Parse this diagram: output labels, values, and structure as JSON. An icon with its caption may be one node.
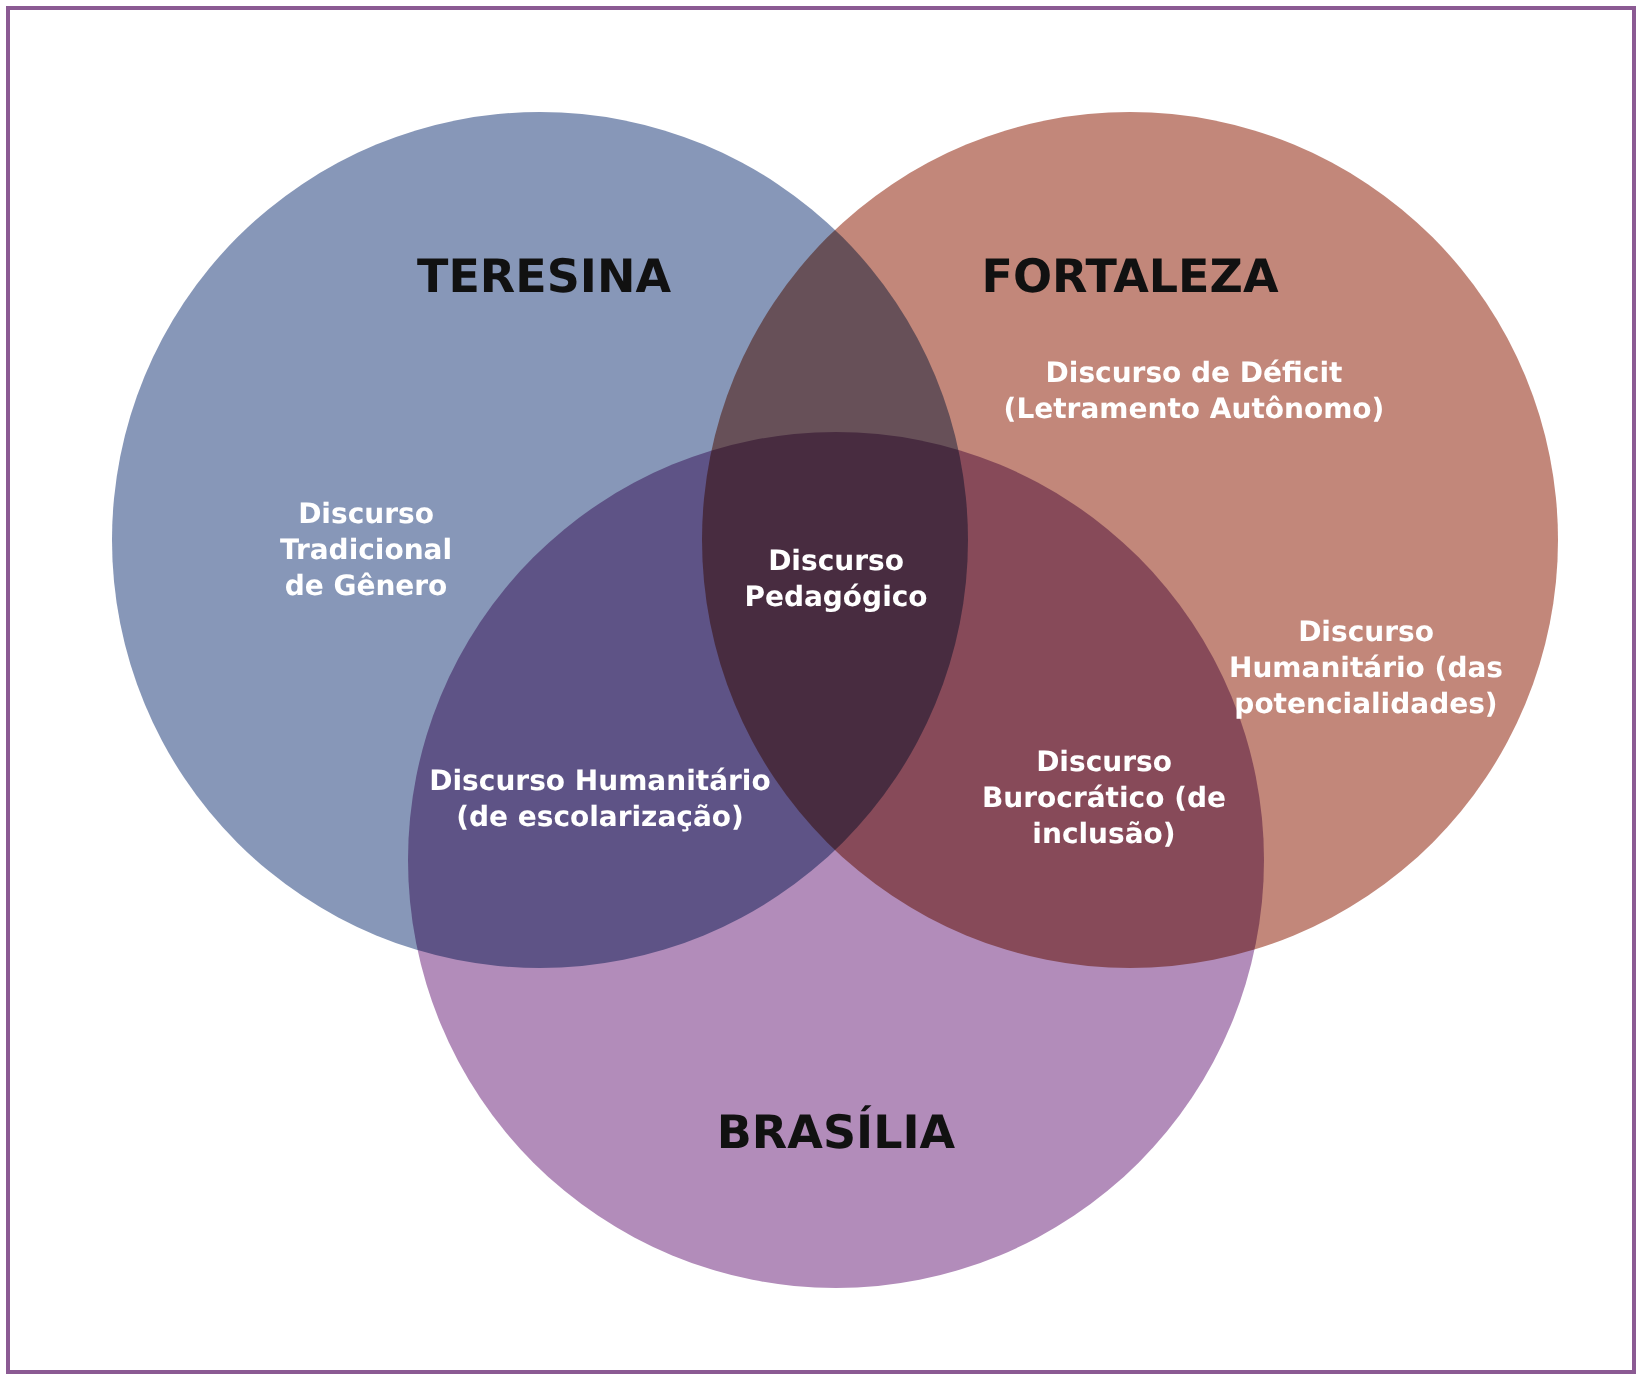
{
  "diagram": {
    "nodes": [
      {
        "text": [
          "TERESINA",
          "Discurso Tradicional de Gênero"
        ]
      },
      {
        "text": [
          "FORTALEZA",
          "Discurso de Déficit (Letramento Autônomo)",
          "Discurso Humanitário (das potencialidades)"
        ]
      },
      {
        "text": [
          "BRASÍLIA"
        ]
      }
    ],
    "edges": [],
    "labels": [
      "Discurso Pedagógico",
      "Discurso Humanitário (de escolarização)",
      "Discurso Burocrático (de inclusão)"
    ]
  }
}
